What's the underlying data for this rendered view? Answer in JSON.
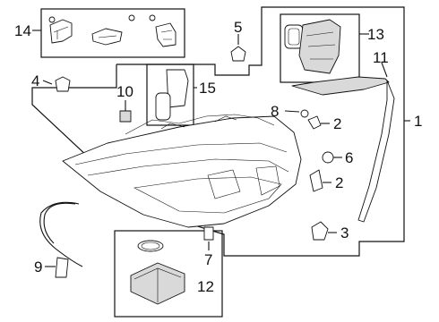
{
  "callouts": [
    {
      "id": "c1",
      "text": "1"
    },
    {
      "id": "c2a",
      "text": "2"
    },
    {
      "id": "c2b",
      "text": "2"
    },
    {
      "id": "c3",
      "text": "3"
    },
    {
      "id": "c4",
      "text": "4"
    },
    {
      "id": "c5",
      "text": "5"
    },
    {
      "id": "c6",
      "text": "6"
    },
    {
      "id": "c7",
      "text": "7"
    },
    {
      "id": "c8",
      "text": "8"
    },
    {
      "id": "c9",
      "text": "9"
    },
    {
      "id": "c10",
      "text": "10"
    },
    {
      "id": "c11",
      "text": "11"
    },
    {
      "id": "c12",
      "text": "12"
    },
    {
      "id": "c13",
      "text": "13"
    },
    {
      "id": "c14",
      "text": "14"
    },
    {
      "id": "c15",
      "text": "15"
    }
  ]
}
